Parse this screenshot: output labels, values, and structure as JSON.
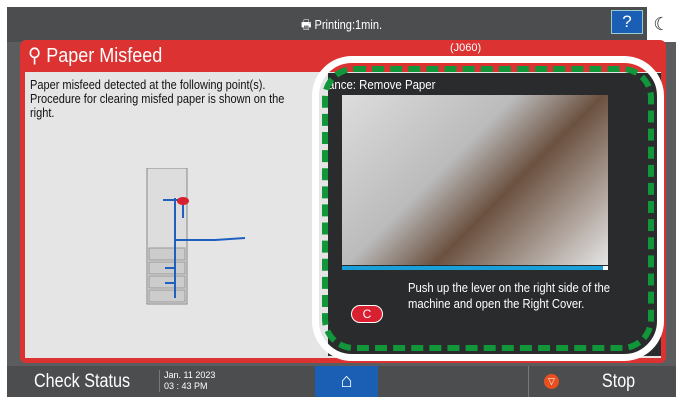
{
  "header": {
    "status": "Printing:1min.",
    "help_label": "?",
    "energy_icon": "moon-icon"
  },
  "error": {
    "title": "Paper Misfeed",
    "code": "(J060)",
    "message": "Paper misfeed detected at the following point(s). Procedure for clearing misfed paper is shown on the right."
  },
  "guidance": {
    "title": "ance: Remove Paper",
    "instruction": "Push up the lever on the right side of the machine and open the Right Cover.",
    "location_badge": "C",
    "progress_percent": 98
  },
  "footer": {
    "check_status": "Check Status",
    "date": "Jan. 11 2023",
    "time": "03 : 43 PM",
    "stop": "Stop"
  },
  "colors": {
    "alert": "#dc3232",
    "accent": "#1b5fb5",
    "highlight": "#11963a"
  }
}
